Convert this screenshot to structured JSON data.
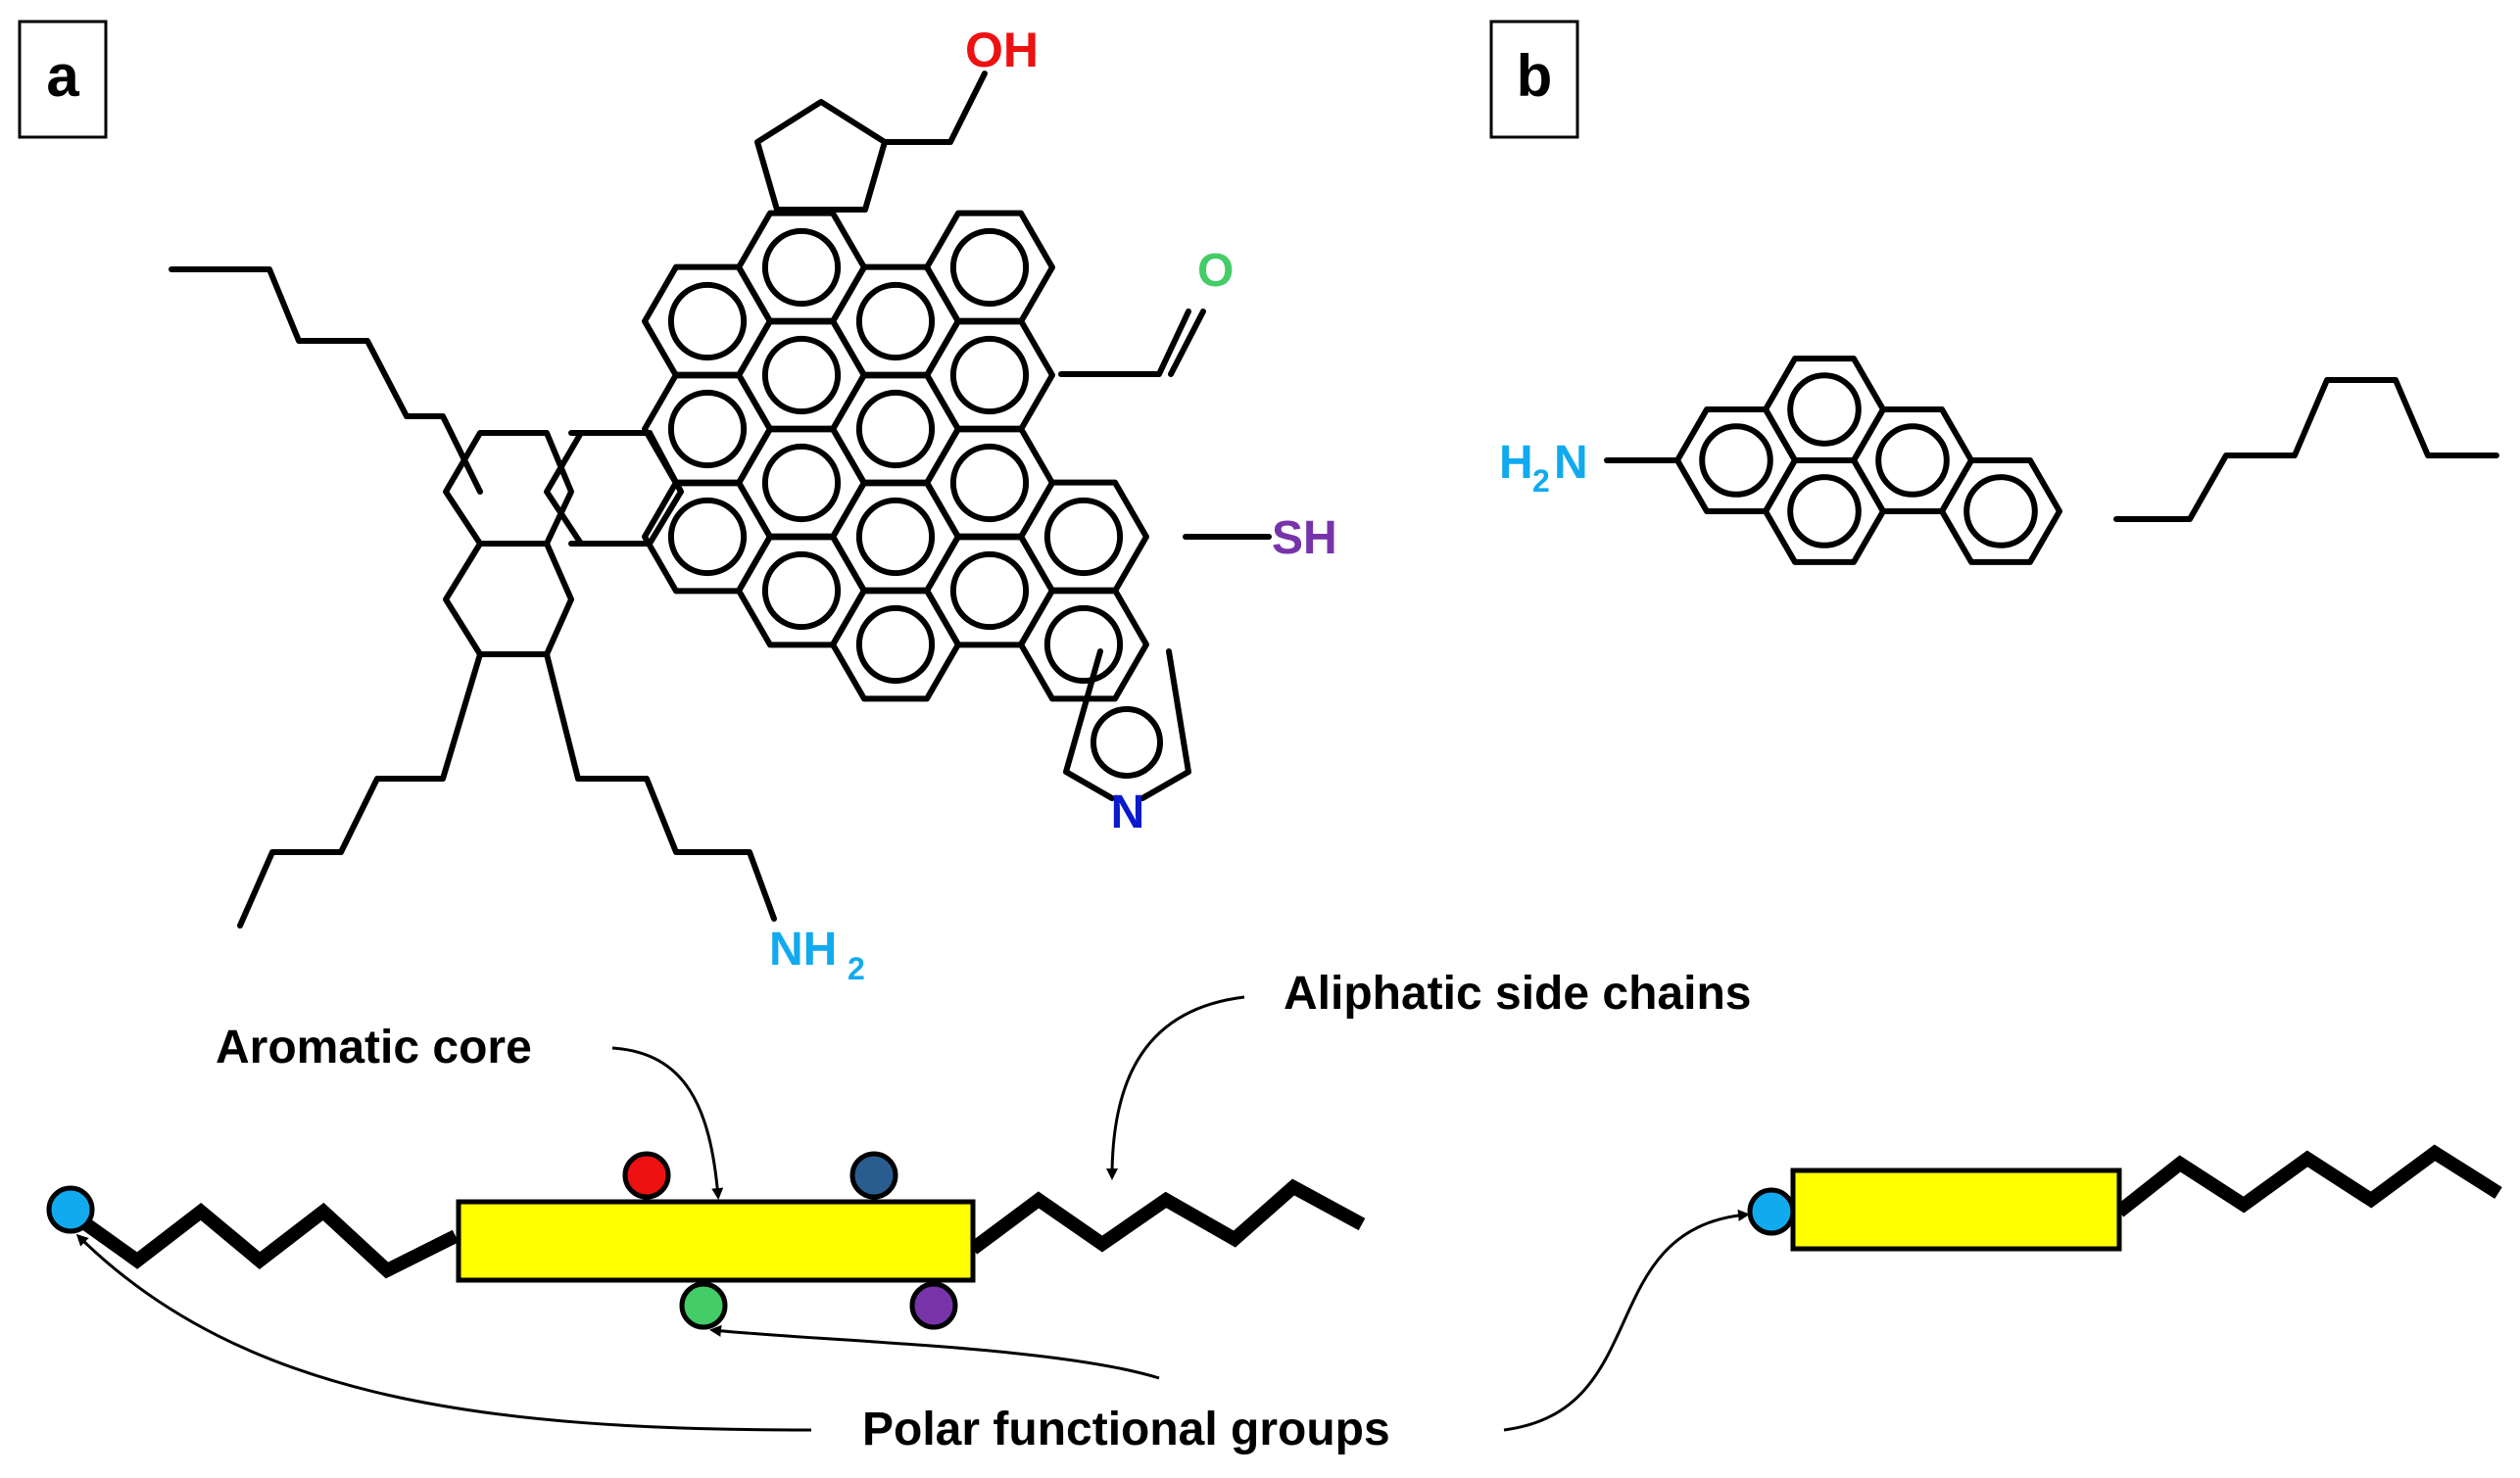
{
  "panels": {
    "a": {
      "label": "a"
    },
    "b": {
      "label": "b"
    }
  },
  "atoms": {
    "oh": "OH",
    "o": "O",
    "sh": "SH",
    "n": "N",
    "nh2_a_main": "NH",
    "nh2_a_sub": "2",
    "nh2_b_main": "N",
    "nh2_b_h": "H",
    "nh2_b_sub": "2"
  },
  "annotations": {
    "aromatic_core": "Aromatic core",
    "aliphatic_side_chains": "Aliphatic side chains",
    "polar_functional_groups": "Polar functional groups"
  },
  "colors": {
    "hydroxyl": "#ee1111",
    "carbonyl": "#44cc66",
    "thiol": "#7733aa",
    "nitrogen_ring": "#0a1acc",
    "amine": "#11aaee",
    "core_fill": "#ffff00",
    "dot_red": "#ee1111",
    "dot_darkblue": "#2a5d8f",
    "dot_green": "#44cc66",
    "dot_purple": "#7733aa",
    "dot_cyan": "#11aaee"
  }
}
